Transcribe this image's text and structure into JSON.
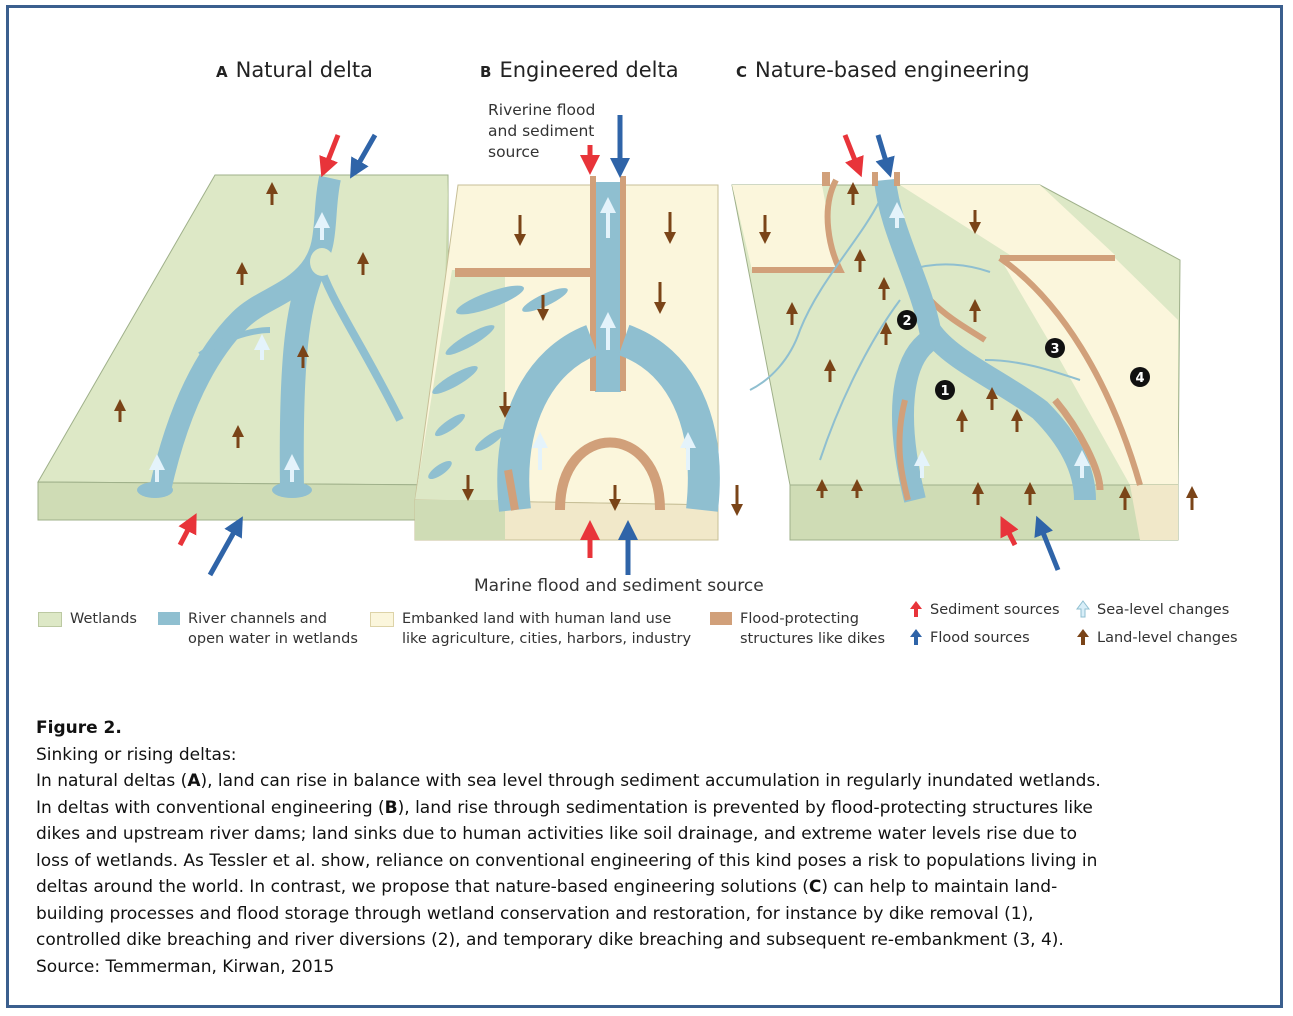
{
  "panels": [
    {
      "letter": "A",
      "title": "Natural delta"
    },
    {
      "letter": "B",
      "title": "Engineered delta"
    },
    {
      "letter": "C",
      "title": "Nature-based engineering"
    }
  ],
  "annotations": {
    "riverine_line1": "Riverine flood",
    "riverine_line2": "and sediment",
    "riverine_line3": "source",
    "marine": "Marine flood and sediment source",
    "markers": [
      "1",
      "2",
      "3",
      "4"
    ]
  },
  "legend": {
    "wetlands": "Wetlands",
    "river_line1": "River channels and",
    "river_line2": "open water in wetlands",
    "embanked_line1": "Embanked land with human land use",
    "embanked_line2": "like agriculture, cities, harbors, industry",
    "dikes_line1": "Flood-protecting",
    "dikes_line2": "structures like dikes",
    "sediment": "Sediment sources",
    "flood": "Flood sources",
    "sea_level": "Sea-level changes",
    "land_level": "Land-level changes"
  },
  "colors": {
    "wetland": "#dde8c6",
    "water": "#8fbfd0",
    "embanked": "#fbf6dc",
    "dike": "#d1a07a",
    "sediment_arrow": "#e8343a",
    "flood_arrow": "#2f64a8",
    "land_arrow": "#7a4418",
    "sea_arrow": "#d8eef8"
  },
  "caption": {
    "title": "Figure 2.",
    "subtitle": "Sinking or rising deltas:",
    "l1a": "In natural deltas (",
    "l1b": "A",
    "l1c": "), land can rise in balance with sea level through sediment accumulation in regularly inundated wetlands.",
    "l2a": "In deltas with conventional engineering (",
    "l2b": "B",
    "l2c": "), land rise through sedimentation is prevented by flood-protecting structures like",
    "l3": "dikes and upstream river dams; land sinks due to human activities like soil drainage, and extreme water levels rise due to",
    "l4": "loss of wetlands. As Tessler et al. show, reliance on conventional engineering of this kind poses a risk to populations living in",
    "l5a": "deltas around the world. In contrast, we propose that nature-based engineering solutions (",
    "l5b": "C",
    "l5c": ") can help to maintain land-",
    "l6": "building processes and flood storage through wetland conservation and restoration, for instance by dike removal (1),",
    "l7": "controlled dike breaching and river diversions (2), and temporary dike breaching and subsequent re-embankment (3, 4).",
    "l8": "Source: Temmerman, Kirwan, 2015"
  }
}
